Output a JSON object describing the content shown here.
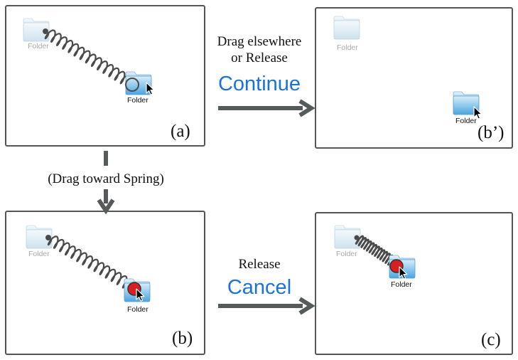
{
  "panels": {
    "a": {
      "tag": "(a)",
      "folder_source": "Folder",
      "folder_target": "Folder"
    },
    "b_prime": {
      "tag": "(b’)",
      "folder_source": "Folder",
      "folder_target": "Folder"
    },
    "b": {
      "tag": "(b)",
      "folder_source": "Folder",
      "folder_target": "Folder"
    },
    "c": {
      "tag": "(c)",
      "folder_source": "Folder",
      "folder_target": "Folder"
    }
  },
  "transitions": {
    "continue": {
      "line1": "Drag elsewhere",
      "line2": "or Release",
      "action": "Continue"
    },
    "drag_toward": {
      "label": "(Drag toward Spring)"
    },
    "cancel": {
      "line1": "Release",
      "action": "Cancel"
    }
  },
  "colors": {
    "action_text": "#1a73d9",
    "arrow": "#555a5a",
    "spring": "#4a4a4a",
    "knob_active": "#d81e1e",
    "folder_blue": "#5fb2e6",
    "folder_faded": "#d4e6f1"
  }
}
